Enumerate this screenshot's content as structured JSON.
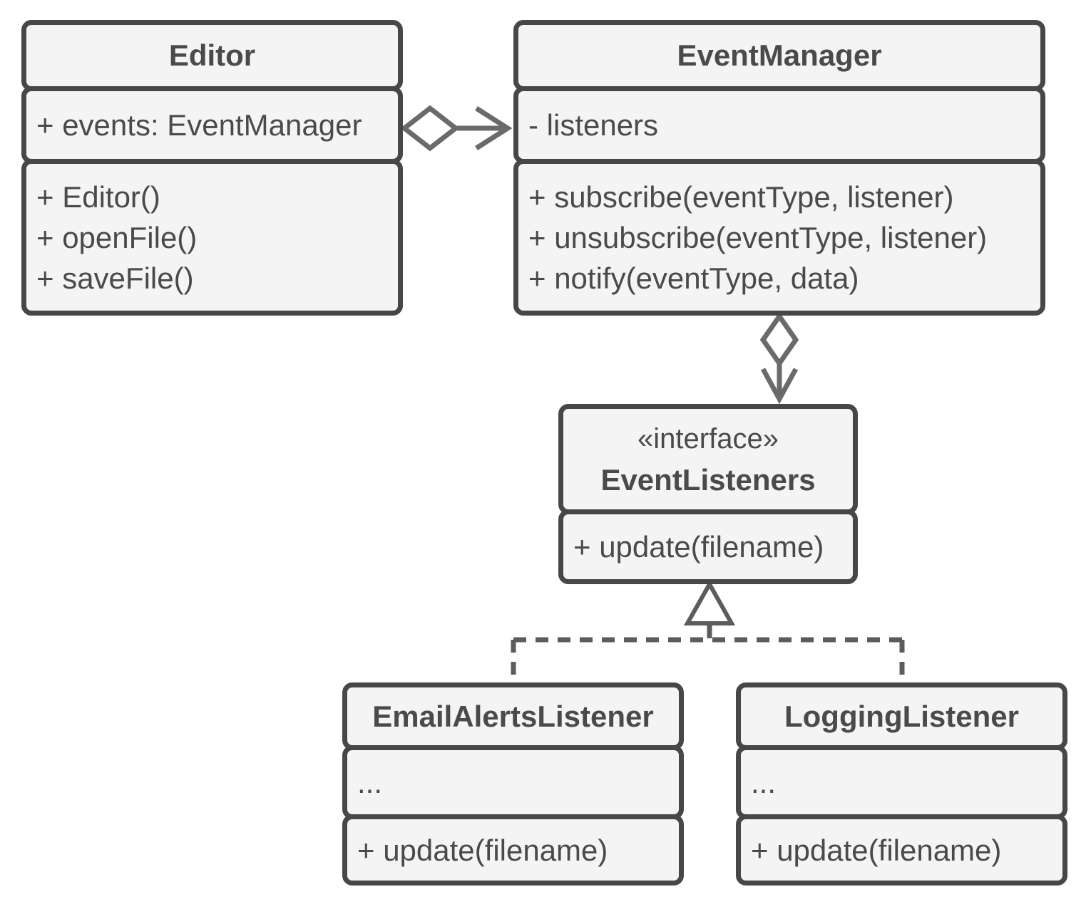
{
  "diagram": {
    "type": "uml-class-diagram",
    "colors": {
      "background": "#ffffff",
      "box_fill": "#f4f4f4",
      "box_border": "#474747",
      "text": "#4a4a4a",
      "connector": "#6a6a6a",
      "dashed_line": "#5c5c5c"
    },
    "classes": {
      "editor": {
        "name": "Editor",
        "attributes": [
          "+ events: EventManager"
        ],
        "methods": [
          "+ Editor()",
          "+ openFile()",
          "+ saveFile()"
        ]
      },
      "event_manager": {
        "name": "EventManager",
        "attributes": [
          "- listeners"
        ],
        "methods": [
          "+ subscribe(eventType, listener)",
          "+ unsubscribe(eventType, listener)",
          "+ notify(eventType, data)"
        ]
      },
      "event_listeners": {
        "stereotype": "«interface»",
        "name": "EventListeners",
        "methods": [
          "+ update(filename)"
        ]
      },
      "email_alerts_listener": {
        "name": "EmailAlertsListener",
        "attributes": [
          "..."
        ],
        "methods": [
          "+ update(filename)"
        ]
      },
      "logging_listener": {
        "name": "LoggingListener",
        "attributes": [
          "..."
        ],
        "methods": [
          "+ update(filename)"
        ]
      }
    },
    "relationships": [
      {
        "type": "aggregation",
        "from": "Editor",
        "to": "EventManager"
      },
      {
        "type": "aggregation",
        "from": "EventManager",
        "to": "EventListeners"
      },
      {
        "type": "realization",
        "from": "EmailAlertsListener",
        "to": "EventListeners"
      },
      {
        "type": "realization",
        "from": "LoggingListener",
        "to": "EventListeners"
      }
    ]
  }
}
